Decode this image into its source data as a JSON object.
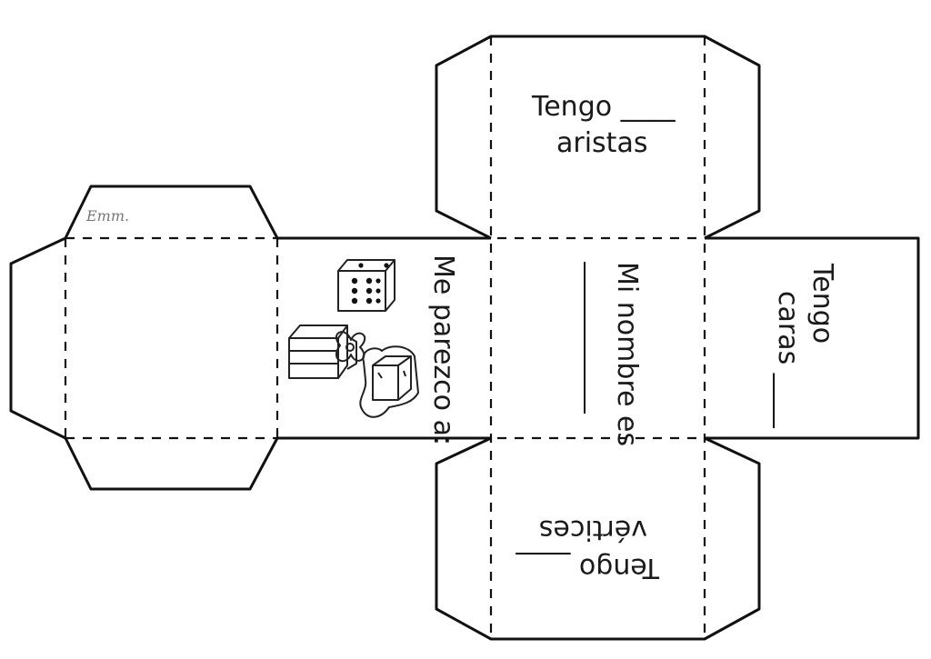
{
  "faces": {
    "top_edges": {
      "line1": "Tengo ____",
      "line2": "aristas"
    },
    "bottom_vertices": {
      "line1": "Tengo ____",
      "line2": "vértices"
    },
    "right_faces": {
      "line1": "Tengo",
      "line2": "caras ____"
    },
    "center_name": {
      "line1": "Mi nombre es"
    },
    "left_looks_like": {
      "line1": "Me parezco a:"
    }
  },
  "signature": "Emm.",
  "icons": [
    "dice-icon",
    "stacked-boxes-icon",
    "gift-box-icon",
    "ice-cube-icon"
  ]
}
